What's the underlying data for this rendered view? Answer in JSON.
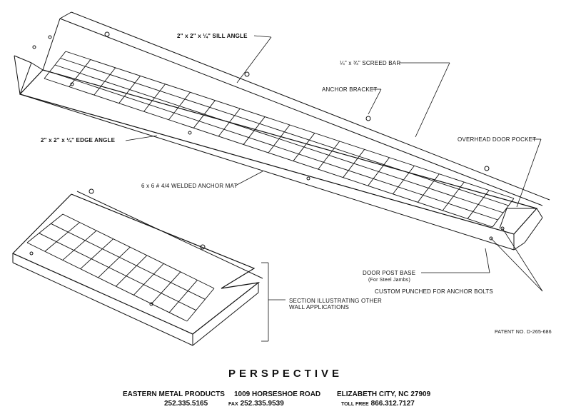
{
  "labels": {
    "sill_angle": "2\" x 2\" x ¼\" SILL ANGLE",
    "screed_bar": "¼\" x ¾\" SCREED BAR",
    "anchor_bracket": "ANCHOR BRACKET",
    "overhead_door_pocket": "OVERHEAD DOOR POCKET",
    "edge_angle": "2\" x 2\" x ¼\" EDGE ANGLE",
    "anchor_mat": "6 x 6 # 4/4 WELDED ANCHOR MAT",
    "door_post_base": "DOOR POST BASE",
    "door_post_base_note": "(For Steel Jambs)",
    "custom_punched": "CUSTOM PUNCHED FOR ANCHOR BOLTS",
    "section_line1": "SECTION ILLUSTRATING OTHER",
    "section_line2": "WALL APPLICATIONS",
    "patent": "PATENT NO. D-265-686"
  },
  "title": "PERSPECTIVE",
  "footer": {
    "company": "EASTERN METAL PRODUCTS",
    "address": "1009 HORSESHOE ROAD",
    "city": "ELIZABETH CITY, NC  27909",
    "phone": "252.335.5165",
    "fax_label": "FAX",
    "fax": "252.335.9539",
    "tollfree_label": "TOLL FREE",
    "tollfree": "866.312.7127"
  }
}
